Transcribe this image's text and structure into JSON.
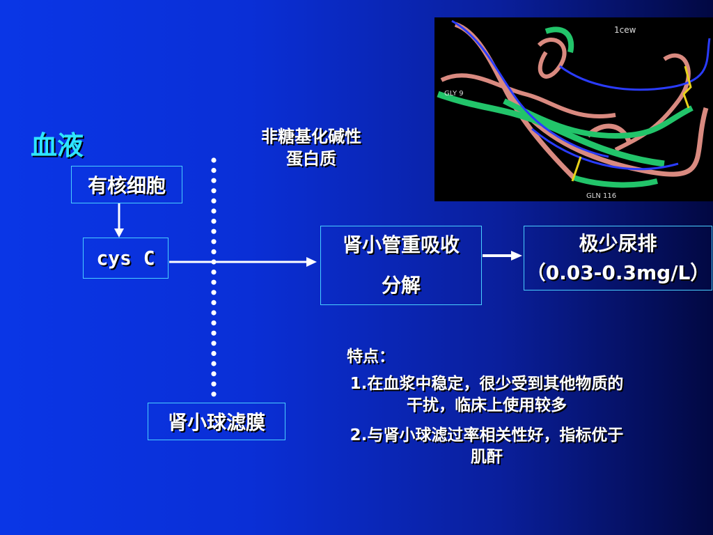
{
  "title": "血液",
  "protein_label": [
    "非糖基化碱性",
    "蛋白质"
  ],
  "boxes": {
    "nucleated_cells": "有核细胞",
    "cys_c": "cys C",
    "glomerular_membrane": "肾小球滤膜",
    "tubule": [
      "肾小管重吸收",
      "分解"
    ],
    "excretion": [
      "极少尿排",
      "（0.03-0.3mg/L）"
    ]
  },
  "features": {
    "title": "特点：",
    "items": [
      "1.在血浆中稳定，很少受到其他物质的干扰，临床上使用较多",
      "2.与肾小球滤过率相关性好，指标优于肌酐"
    ]
  },
  "protein_image": {
    "label_id": "1cew",
    "label_left": "GLY 9",
    "label_bottom": "GLN 116"
  },
  "colors": {
    "title": "#2ee6ff",
    "box_border": "#4ad0ff",
    "ribbon_pink": "#d98a80",
    "ribbon_green": "#22c46a",
    "ribbon_blue": "#2a3cff",
    "bond_yellow": "#e8d21a"
  }
}
